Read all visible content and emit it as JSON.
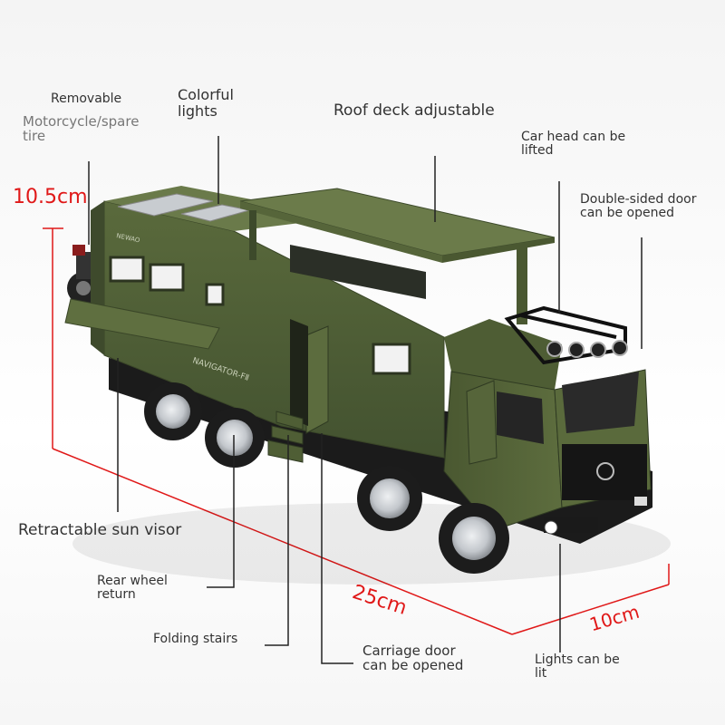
{
  "labels": {
    "removable": "Removable",
    "motorcycle_spare_tire": "Motorcycle/spare\ntire",
    "colorful_lights": "Colorful\nlights",
    "roof_deck": "Roof deck adjustable",
    "car_head": "Car head can be\nlifted",
    "double_door": "Double-sided door\ncan be opened",
    "sun_visor": "Retractable sun visor",
    "rear_wheel": "Rear wheel\nreturn",
    "folding_stairs": "Folding stairs",
    "carriage_door": "Carriage door\ncan be opened",
    "lights": "Lights can be\nlit"
  },
  "dimensions": {
    "height": "10.5cm",
    "length": "25cm",
    "width": "10cm"
  },
  "vehicle": {
    "brand_text": "NEWAO",
    "side_text": "NAVIGATOR-FⅡ"
  },
  "colors": {
    "body_green": "#4d5b33",
    "dark_green": "#37432a",
    "accent_red": "#e01818",
    "tire_black": "#1c1c1c",
    "rim_silver": "#c9ccd0"
  }
}
